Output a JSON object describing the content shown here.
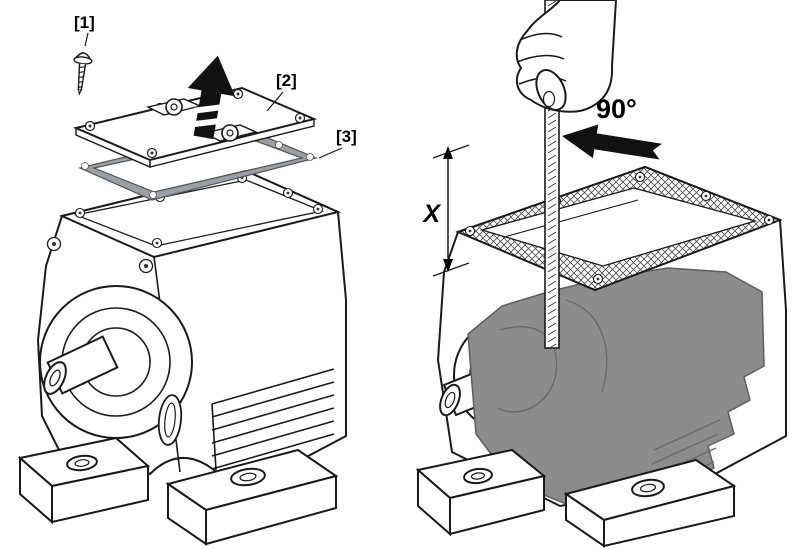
{
  "figure": {
    "callout_1": "[1]",
    "callout_2": "[2]",
    "callout_3": "[3]",
    "angle_label": "90°",
    "dimension_label": "X"
  },
  "colors": {
    "line": "#1a1a1a",
    "gasket": "#9aa0a5",
    "interior_mass": "#8c8c8c",
    "arrow": "#111111",
    "background": "#ffffff"
  }
}
